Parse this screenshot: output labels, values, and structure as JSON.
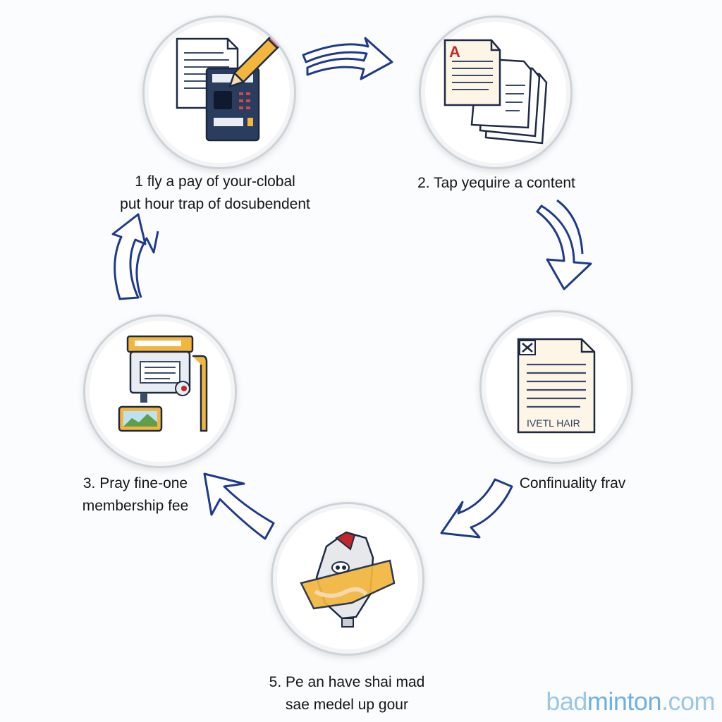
{
  "steps": [
    {
      "lines": [
        "1 fly a pay of your-clobal",
        "put hour trap of dosubendent"
      ]
    },
    {
      "lines": [
        "2. Tap yequire a content"
      ]
    },
    {
      "lines": [
        "3. Pray fine-one",
        "membership fee"
      ]
    },
    {
      "lines": [
        "Confinuality frav"
      ]
    },
    {
      "lines": [
        "5. Pe an have shai mad",
        "sae medel up gour"
      ]
    }
  ],
  "document_icon_letter": "A",
  "document_icon_footer": "IVETL HAIR",
  "watermark": {
    "part1": "bad",
    "part2": "minton",
    "part3": ".com"
  },
  "colors": {
    "arrow": "#1f3a8a",
    "circle_border": "#cfd3d8",
    "accent_red": "#c0282c",
    "accent_gold": "#f2b63c",
    "navy": "#2a3d5e",
    "watermark": "#9cc6e6"
  }
}
